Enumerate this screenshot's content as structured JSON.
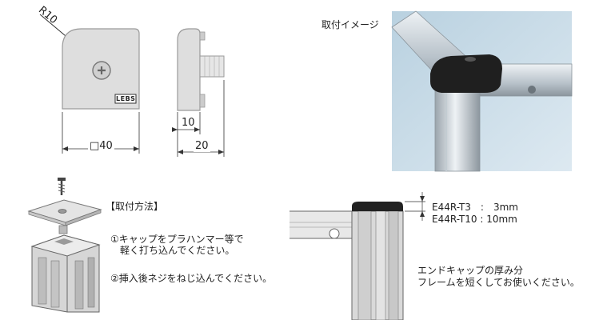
{
  "drawing": {
    "radius_label": "R10",
    "width_label": "□40",
    "depth_label": "20",
    "tab_label": "10",
    "logo_text": "LEBS"
  },
  "install_image": {
    "caption": "取付イメージ"
  },
  "method": {
    "title": "【取付方法】",
    "step1_line1": "①キャップをプラハンマー等で",
    "step1_line2": "軽く打ち込んでください。",
    "step2": "②挿入後ネジをねじ込んでください。"
  },
  "section": {
    "spec1": "E44R-T3　:　3mm",
    "spec2": "E44R-T10 : 10mm",
    "note_line1": "エンドキャップの厚み分",
    "note_line2": "フレームを短くしてお使いください。"
  },
  "colors": {
    "cap_gray": "#dedede",
    "cap_black": "#222222",
    "photo_bg": "#c9dde9",
    "aluminum": "#c8c8c8"
  }
}
